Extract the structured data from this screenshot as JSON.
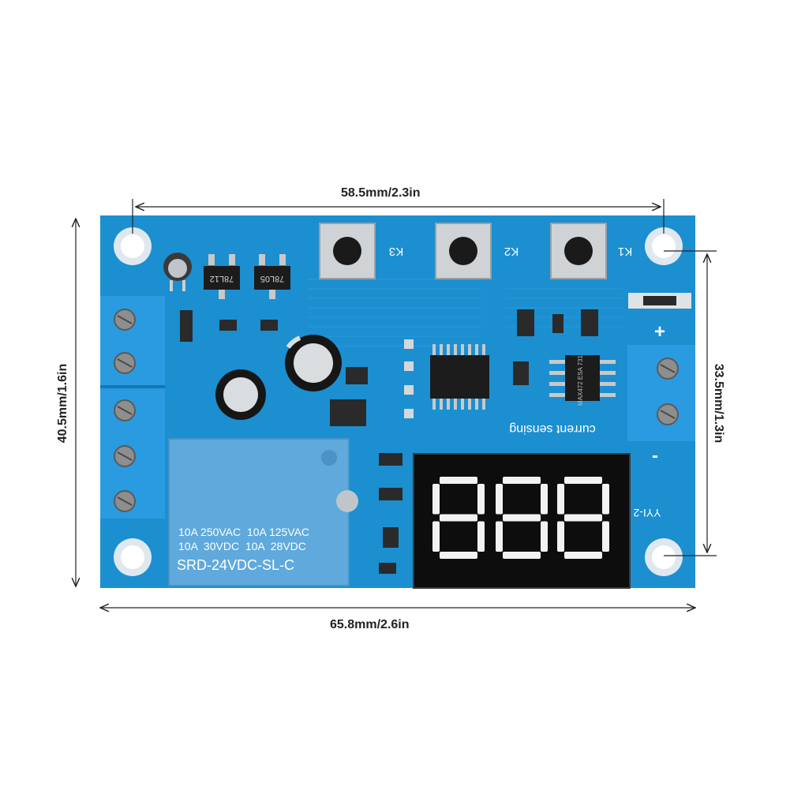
{
  "dimensions": {
    "top": "58.5mm/2.3in",
    "bottom": "65.8mm/2.6in",
    "left": "40.5mm/1.6in",
    "right": "33.5mm/1.3in"
  },
  "board": {
    "buttons": [
      "K3",
      "K2",
      "K1"
    ],
    "relay": {
      "line1": "10A 250VAC  10A 125VAC",
      "line2": "10A  30VDC  10A  28VDC",
      "model": "SRD-24VDC-SL-C"
    },
    "display_digits": "888",
    "current_label": "current sensing",
    "model_label": "YYI-2",
    "chip_label": "MAX472 ESA 731",
    "regulator_labels": [
      "78L12",
      "78L05"
    ],
    "terminal_signs": [
      "+",
      "-"
    ]
  },
  "colors": {
    "board": "#1b8fd0",
    "board_dark": "#1577b6",
    "terminal": "#2a9be0",
    "relay": "#5fa9dc",
    "display": "#0d0d0d",
    "segment": "#f2f2f2"
  }
}
